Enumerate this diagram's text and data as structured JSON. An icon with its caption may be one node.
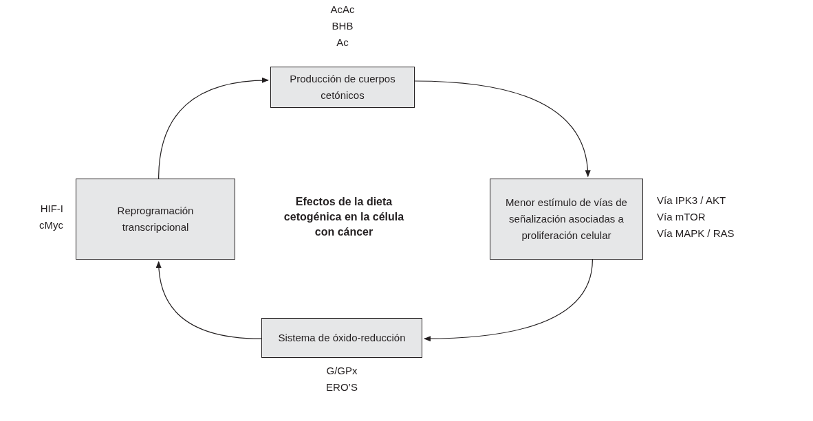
{
  "diagram": {
    "title": "Efectos de la dieta cetogénica en la célula con cáncer",
    "nodes": [
      {
        "text": [
          "Producción de cuerpos cetónicos"
        ],
        "beside": [
          "AcAc",
          "BHB",
          "Ac"
        ]
      },
      {
        "text": [
          "Menor estímulo de vías de señalización asociadas a proliferación celular"
        ],
        "beside": [
          "Vía IPK3 / AKT",
          "Vía mTOR",
          "Vía MAPK / RAS"
        ]
      },
      {
        "text": [
          "Sistema de óxido-reducción"
        ],
        "beside": [
          "G/GPx",
          "ERO’S"
        ]
      },
      {
        "text": [
          "Reprogramación transcripcional"
        ],
        "beside": [
          "HIF-I",
          "cMyc"
        ]
      }
    ],
    "edges": [
      {
        "from": 3,
        "to": 0,
        "arrow": "to"
      },
      {
        "from": 0,
        "to": 1,
        "arrow": "to"
      },
      {
        "from": 1,
        "to": 2,
        "arrow": "to"
      },
      {
        "from": 2,
        "to": 3,
        "arrow": "to"
      }
    ]
  }
}
